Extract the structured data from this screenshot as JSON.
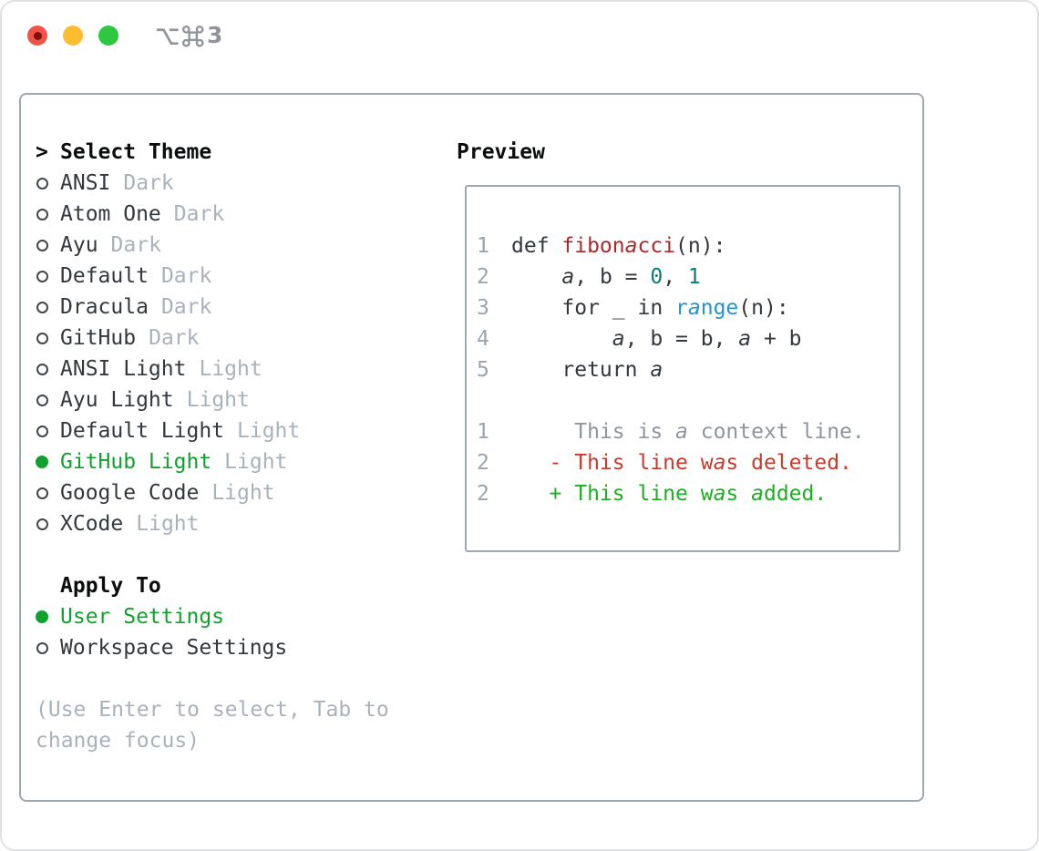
{
  "titlebar": {
    "shortcut_icons": [
      "option-icon",
      "command-icon"
    ],
    "shortcut_text": "3"
  },
  "theme_list": {
    "marker": ">",
    "header": "Select Theme",
    "items": [
      {
        "name": "ANSI",
        "variant": "Dark",
        "selected": false
      },
      {
        "name": "Atom One",
        "variant": "Dark",
        "selected": false
      },
      {
        "name": "Ayu",
        "variant": "Dark",
        "selected": false
      },
      {
        "name": "Default",
        "variant": "Dark",
        "selected": false
      },
      {
        "name": "Dracula",
        "variant": "Dark",
        "selected": false
      },
      {
        "name": "GitHub",
        "variant": "Dark",
        "selected": false
      },
      {
        "name": "ANSI Light",
        "variant": "Light",
        "selected": false
      },
      {
        "name": "Ayu Light",
        "variant": "Light",
        "selected": false
      },
      {
        "name": "Default Light",
        "variant": "Light",
        "selected": false
      },
      {
        "name": "GitHub Light",
        "variant": "Light",
        "selected": true
      },
      {
        "name": "Google Code",
        "variant": "Light",
        "selected": false
      },
      {
        "name": "XCode",
        "variant": "Light",
        "selected": false
      }
    ]
  },
  "apply_to": {
    "header": "Apply To",
    "options": [
      {
        "label": "User Settings",
        "selected": true
      },
      {
        "label": "Workspace Settings",
        "selected": false
      }
    ]
  },
  "hint_lines": [
    "(Use Enter to select, Tab to",
    "change focus)"
  ],
  "preview": {
    "header": "Preview",
    "code_lines": [
      {
        "num": "1",
        "tokens": [
          {
            "t": "def ",
            "c": "plain"
          },
          {
            "t": "fibonacci",
            "c": "func"
          },
          {
            "t": "(n):",
            "c": "plain"
          }
        ]
      },
      {
        "num": "2",
        "tokens": [
          {
            "t": "    a, b = ",
            "c": "plain"
          },
          {
            "t": "0",
            "c": "number"
          },
          {
            "t": ", ",
            "c": "plain"
          },
          {
            "t": "1",
            "c": "number"
          }
        ]
      },
      {
        "num": "3",
        "tokens": [
          {
            "t": "    for _ in ",
            "c": "plain"
          },
          {
            "t": "range",
            "c": "builtin"
          },
          {
            "t": "(n):",
            "c": "plain"
          }
        ]
      },
      {
        "num": "4",
        "tokens": [
          {
            "t": "        a, b = b, a + b",
            "c": "plain"
          }
        ]
      },
      {
        "num": "5",
        "tokens": [
          {
            "t": "    return a",
            "c": "plain"
          }
        ]
      },
      {
        "num": "",
        "tokens": []
      },
      {
        "num": "1",
        "tokens": [
          {
            "t": "     This is a context line.",
            "c": "context"
          }
        ]
      },
      {
        "num": "2",
        "tokens": [
          {
            "t": "   - This line was deleted.",
            "c": "deleted"
          }
        ]
      },
      {
        "num": "2",
        "tokens": [
          {
            "t": "   + This line was added.",
            "c": "added"
          }
        ]
      }
    ]
  },
  "colors": {
    "selection_green": "#11a12f",
    "added_green": "#1cb021",
    "deleted_red": "#c93a2b",
    "function_red": "#a82a2b",
    "number_teal": "#0b7a7e",
    "builtin_blue": "#2394ce",
    "muted_gray": "#a9b2bc",
    "line_number_gray": "#9aa5b1",
    "context_gray": "#8e959d",
    "code_charcoal": "#33383e",
    "traffic_red": "#f25349",
    "traffic_yellow": "#fdbd2e",
    "traffic_green": "#2bc840"
  }
}
